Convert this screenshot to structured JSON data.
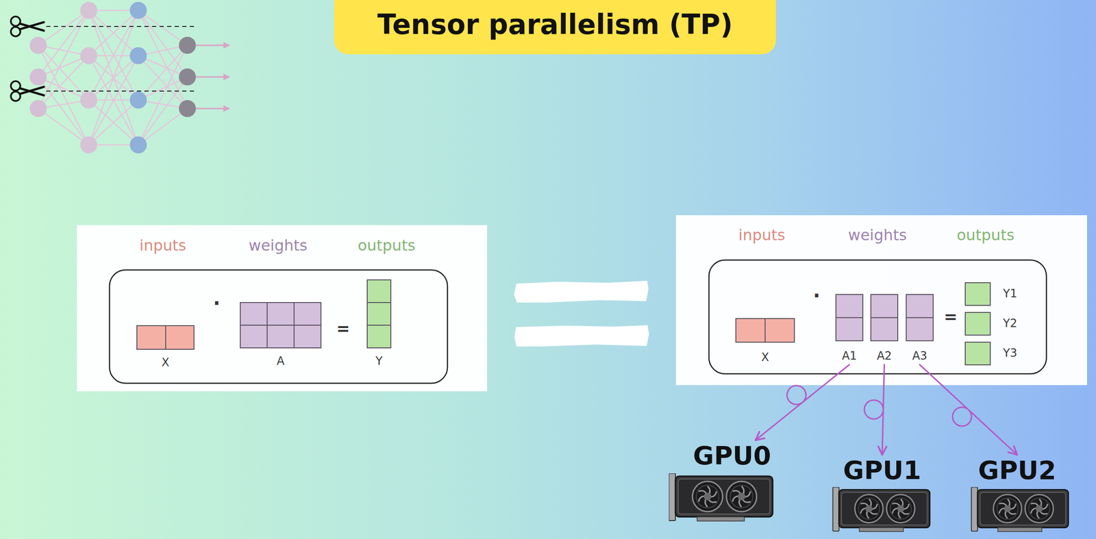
{
  "diagram": {
    "title": "Tensor parallelism (TP)",
    "nodes": [
      {
        "text": [
          "inputs",
          "weights",
          "outputs"
        ]
      },
      {
        "text": [
          "X"
        ],
        "in": 0
      },
      {
        "text": [
          "A"
        ],
        "in": 0
      },
      {
        "text": [
          "Y"
        ],
        "in": 0
      },
      {
        "text": [
          "inputs",
          "weights",
          "outputs"
        ]
      },
      {
        "text": [
          "X"
        ],
        "in": 4
      },
      {
        "text": [
          "A1"
        ],
        "in": 4
      },
      {
        "text": [
          "A2"
        ],
        "in": 4
      },
      {
        "text": [
          "A3"
        ],
        "in": 4
      },
      {
        "text": [
          "Y1"
        ],
        "in": 4
      },
      {
        "text": [
          "Y2"
        ],
        "in": 4
      },
      {
        "text": [
          "Y3"
        ],
        "in": 4
      },
      {
        "text": [
          "GPU0"
        ]
      },
      {
        "text": [
          "GPU1"
        ]
      },
      {
        "text": [
          "GPU2"
        ]
      }
    ],
    "edges": [
      {
        "from": 6,
        "to": 12,
        "arrow": "to"
      },
      {
        "from": 7,
        "to": 13,
        "arrow": "to"
      },
      {
        "from": 8,
        "to": 14,
        "arrow": "to"
      }
    ],
    "labels": [
      "·",
      "=",
      "·",
      "="
    ]
  }
}
